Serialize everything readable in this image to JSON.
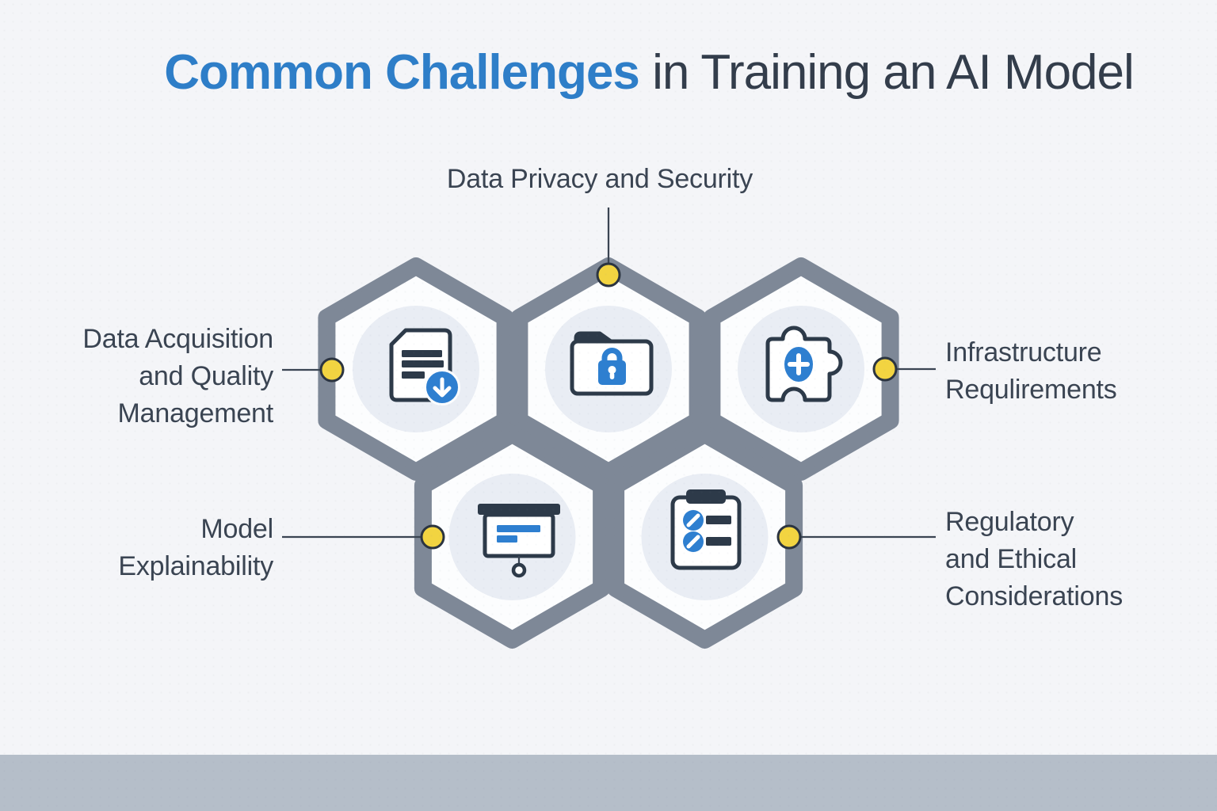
{
  "title": {
    "highlight": "Common Challenges",
    "rest": " in Training an AI Model"
  },
  "nodes": [
    {
      "id": "data-acquisition",
      "icon": "document-download-icon",
      "label_lines": [
        "Data Acquisition",
        "and Quality",
        "Management"
      ],
      "marker": "yellow-dot",
      "marker_side": "left"
    },
    {
      "id": "data-privacy",
      "icon": "folder-lock-icon",
      "label_lines": [
        "Data Privacy and Security"
      ],
      "marker": "yellow-dot",
      "marker_side": "top"
    },
    {
      "id": "infrastructure",
      "icon": "puzzle-plus-icon",
      "label_lines": [
        "Infrastructure",
        "Requlirements"
      ],
      "marker": "yellow-dot",
      "marker_side": "right"
    },
    {
      "id": "model-explainability",
      "icon": "presentation-board-icon",
      "label_lines": [
        "Model",
        "Explainability"
      ],
      "marker": "yellow-dot",
      "marker_side": "left"
    },
    {
      "id": "regulatory-ethical",
      "icon": "clipboard-checklist-icon",
      "label_lines": [
        "Regulatory",
        "and Ethical",
        "Considerations"
      ],
      "marker": "yellow-dot",
      "marker_side": "right"
    }
  ],
  "colors": {
    "bg": "#f4f5f8",
    "strip": "#b5bec9",
    "hex-border": "#7e8897",
    "hex-fill": "#fcfdfe",
    "hex-inner": "#e9edf4",
    "icon-dark": "#2d3a49",
    "accent-blue": "#2e7fd0",
    "dot-yellow": "#f2d441",
    "dot-stroke": "#2b3440",
    "line": "#3a4452",
    "text": "#3a4452",
    "title-blue": "#2e7ec8",
    "title-dark": "#333d4b"
  }
}
